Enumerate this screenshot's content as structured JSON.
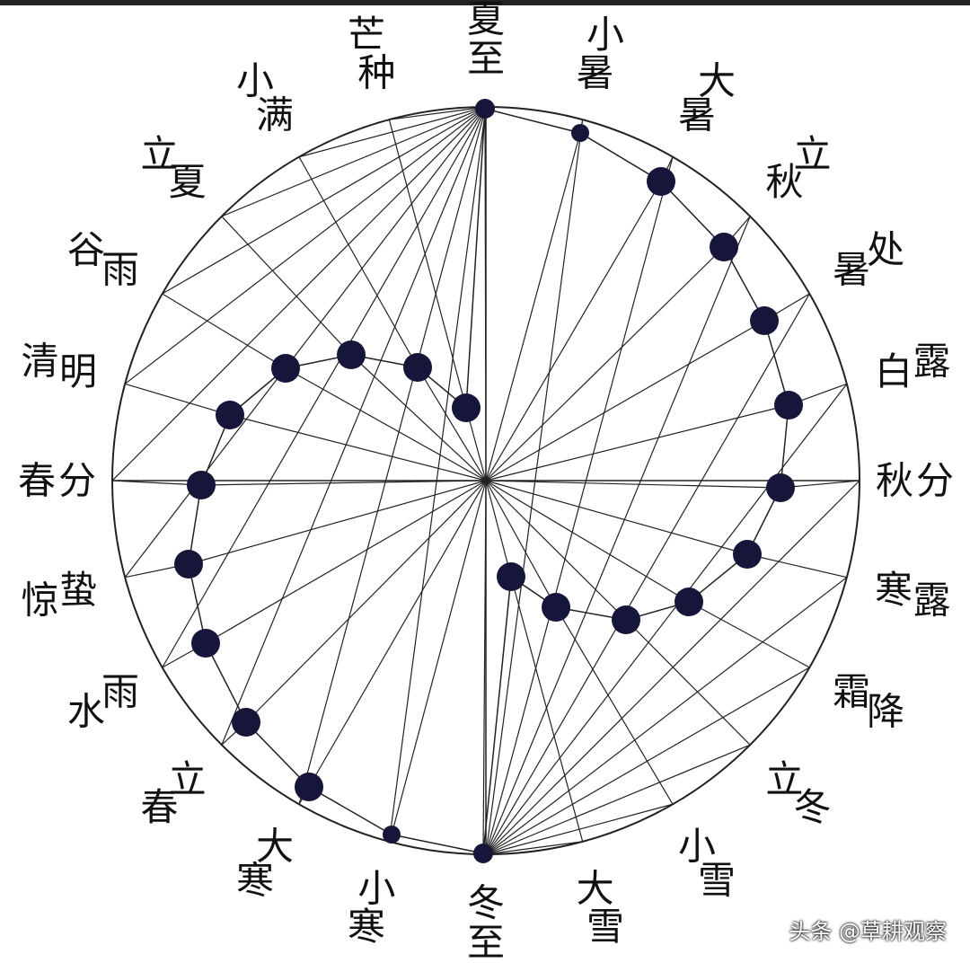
{
  "terms": [
    "夏至",
    "小暑",
    "大暑",
    "立秋",
    "处暑",
    "白露",
    "秋分",
    "寒露",
    "霜降",
    "立冬",
    "小雪",
    "大雪",
    "冬至",
    "小寒",
    "大寒",
    "立春",
    "雨水",
    "惊蛰",
    "春分",
    "清明",
    "谷雨",
    "立夏",
    "小满",
    "芒种"
  ],
  "watermark": "头条 @草耕观察",
  "colors": {
    "dot": "#16163a",
    "line": "#222222"
  }
}
